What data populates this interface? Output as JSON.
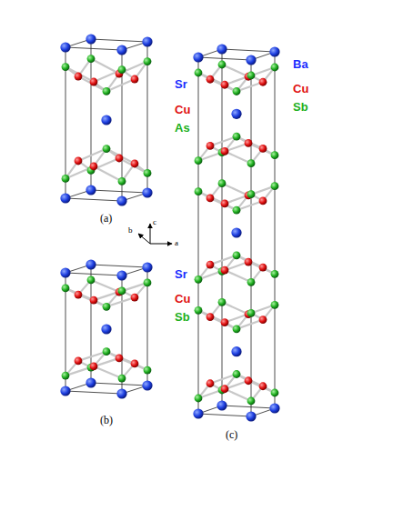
{
  "diagram": {
    "labels": [
      "Sr",
      "Cu",
      "As",
      "(a)",
      "b",
      "c",
      "a",
      "Sr",
      "Cu",
      "Sb",
      "(b)",
      "Ba",
      "Cu",
      "Sb",
      "(c)"
    ]
  }
}
